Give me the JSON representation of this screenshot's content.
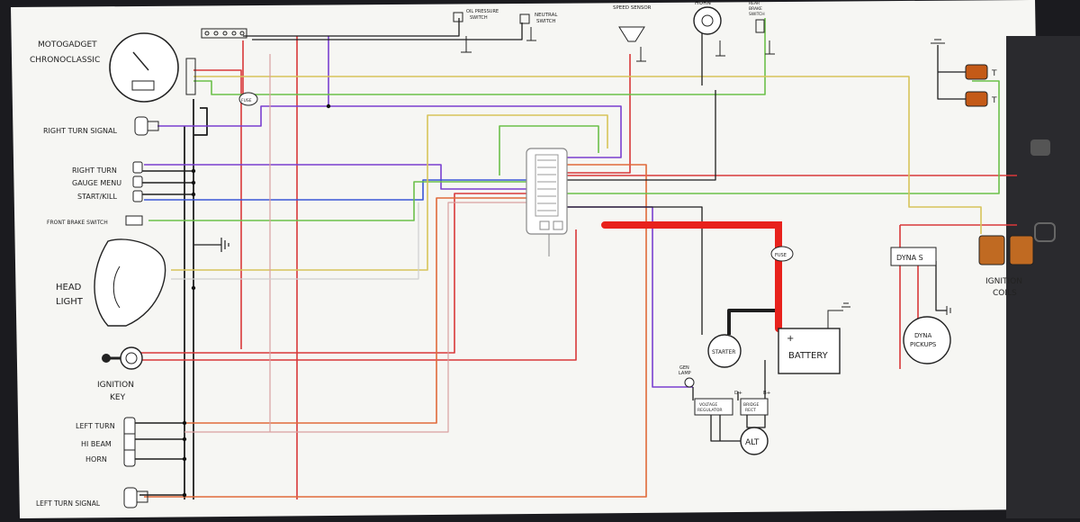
{
  "labels": {
    "gauge": [
      "MOTOGADGET",
      "CHRONOCLASSIC"
    ],
    "right_turn_signal": "RIGHT TURN SIGNAL",
    "right_switch": [
      "RIGHT TURN",
      "GAUGE MENU",
      "START/KILL"
    ],
    "front_brake_switch": "FRONT BRAKE SWITCH",
    "headlight": [
      "HEAD",
      "LIGHT"
    ],
    "ignition_key": [
      "IGNITION",
      "KEY"
    ],
    "left_switch": [
      "LEFT TURN",
      "HI BEAM",
      "HORN"
    ],
    "left_turn_signal": "LEFT TURN SIGNAL",
    "oil_pressure_switch": [
      "OIL PRESSURE",
      "SWITCH"
    ],
    "neutral_switch": [
      "NEUTRAL",
      "SWITCH"
    ],
    "speed_sensor": "SPEED SENSOR",
    "horn": "HORN",
    "rear_brake_switch": [
      "REAR",
      "BRAKE",
      "SWITCH"
    ],
    "tail_lights": [
      "T",
      "T"
    ],
    "dyna": "DYNA S",
    "dyna_pickups": [
      "DYNA",
      "PICKUPS"
    ],
    "ignition_coils": [
      "IGNITION",
      "COILS"
    ],
    "battery": "BATTERY",
    "battery_terminal": "+",
    "starter": "STARTER",
    "gen_lamp": [
      "GEN",
      "LAMP"
    ],
    "voltage_regulator": [
      "VOLTAGE",
      "REGULATOR"
    ],
    "bridge_rectifier": [
      "BRIDGE",
      "RECT"
    ],
    "alt": "ALT",
    "d_plus": "D+",
    "b_plus": "B+",
    "fuse_main": "FUSE",
    "fuse_gauge": "FUSE"
  },
  "colors": {
    "red": "#d9383a",
    "purple": "#7a3fd0",
    "yellow": "#d7c45a",
    "green": "#6cc04a",
    "blue": "#3a56d6",
    "orange": "#e06a3a",
    "pink": "#d9a0a0",
    "black": "#1e1e1e",
    "gray": "#9a9a9a",
    "battery_lead": "#e8221c",
    "tail_light": "#c45a17",
    "coil": "#c06a22"
  }
}
